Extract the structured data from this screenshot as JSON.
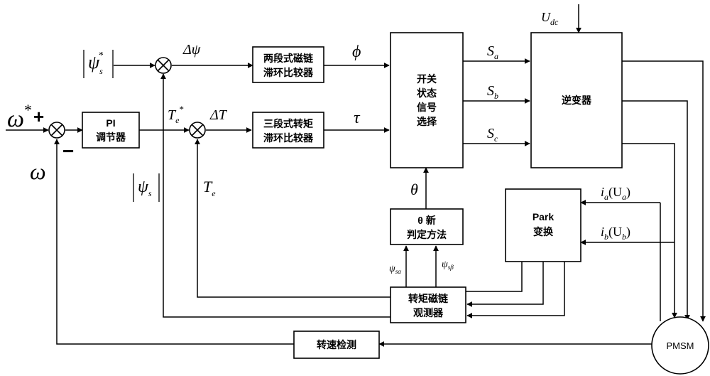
{
  "blocks": {
    "pi": [
      "PI",
      "调节器"
    ],
    "flux_hyst": [
      "两段式磁链",
      "滞环比较器"
    ],
    "torque_hyst": [
      "三段式转矩",
      "滞环比较器"
    ],
    "switch_sel": [
      "开关",
      "状态",
      "信号",
      "选择"
    ],
    "inverter": "逆变器",
    "park": [
      "Park",
      "变换"
    ],
    "theta_method": [
      "θ 新",
      "判定方法"
    ],
    "observer": [
      "转矩磁链",
      "观测器"
    ],
    "speed_det": "转速检测",
    "pmsm": "PMSM"
  },
  "signals": {
    "omega_ref": "ω",
    "omega_ref_sup": "*",
    "omega_fb": "ω",
    "plus": "+",
    "minus": "−",
    "psi_ref": "ψ",
    "psi_ref_sub": "s",
    "psi_ref_sup": "*",
    "delta_psi": "Δψ",
    "phi": "ϕ",
    "te_ref": "T",
    "te_ref_sub": "e",
    "te_ref_sup": "*",
    "delta_t": "ΔT",
    "tau": "τ",
    "psi_fb": "ψ",
    "psi_fb_sub": "s",
    "te_fb": "T",
    "te_fb_sub": "e",
    "theta": "θ",
    "sa": "S",
    "sa_sub": "a",
    "sb": "S",
    "sb_sub": "b",
    "sc": "S",
    "sc_sub": "c",
    "udc": "U",
    "udc_sub": "dc",
    "ia": "i",
    "ia_sub": "a",
    "ua": "(U",
    "ua_sub": "a",
    "ib": "i",
    "ib_sub": "b",
    "ub": "(U",
    "ub_sub": "b",
    "close_paren": ")",
    "psi_alpha": "ψ",
    "psi_alpha_sub": "sα",
    "psi_beta": "ψ",
    "psi_beta_sub": "sβ"
  }
}
